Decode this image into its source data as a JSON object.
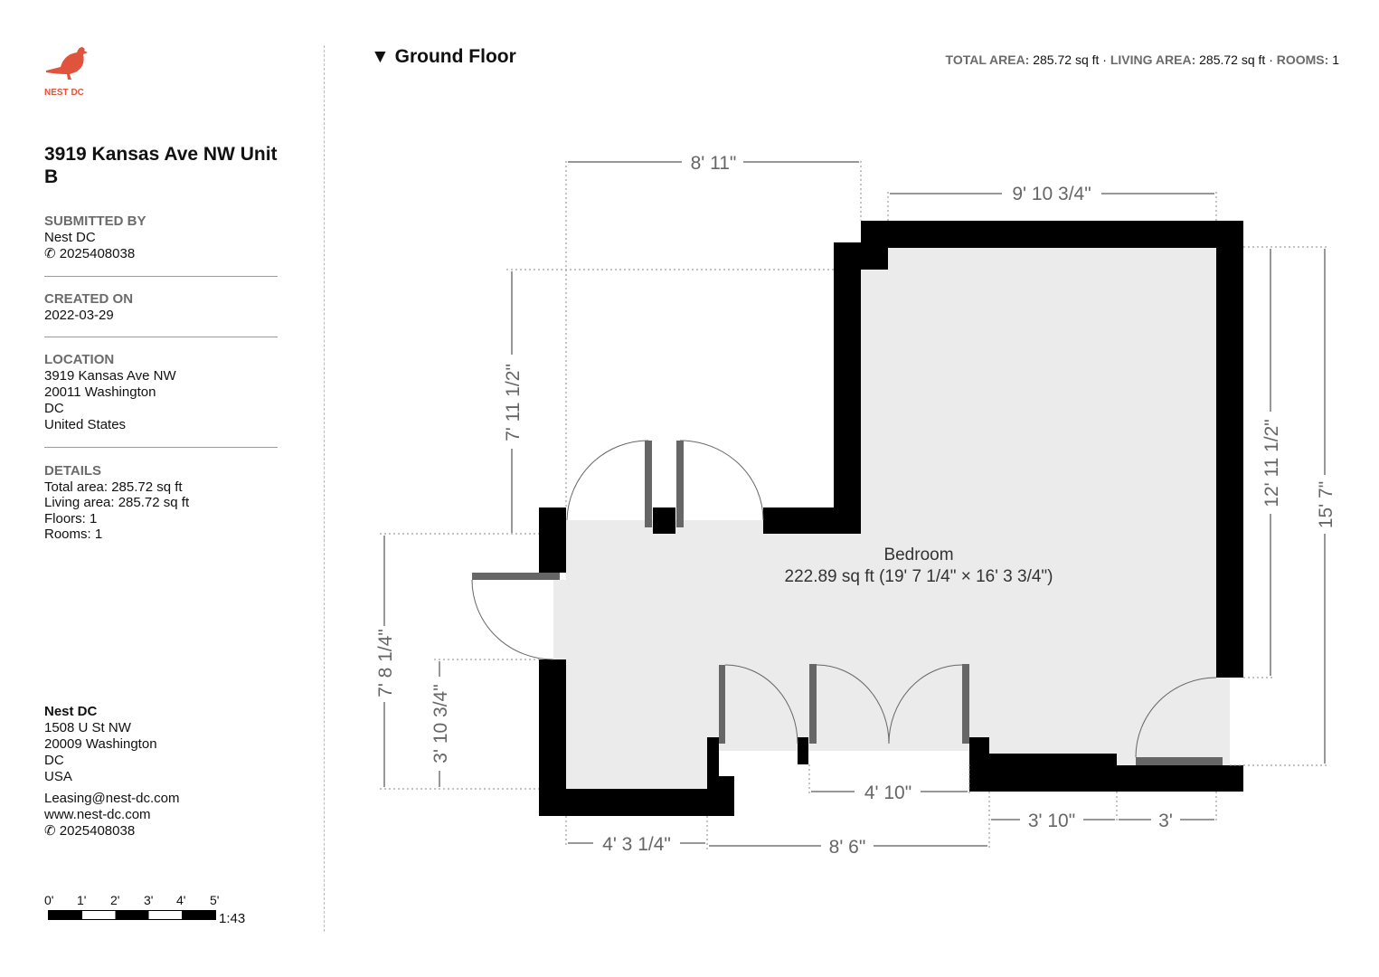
{
  "brand": {
    "name": "NEST DC",
    "color": "#e0533c"
  },
  "property": {
    "title": "3919 Kansas Ave NW Unit B"
  },
  "submitted": {
    "label": "SUBMITTED BY",
    "name": "Nest DC",
    "phone": "2025408038"
  },
  "created": {
    "label": "CREATED ON",
    "date": "2022-03-29"
  },
  "location": {
    "label": "LOCATION",
    "lines": [
      "3919 Kansas Ave NW",
      "20011 Washington",
      "DC",
      "United States"
    ]
  },
  "details": {
    "label": "DETAILS",
    "lines": [
      "Total area: 285.72 sq ft",
      "Living area: 285.72 sq ft",
      "Floors: 1",
      "Rooms: 1"
    ]
  },
  "company": {
    "name": "Nest DC",
    "lines": [
      "1508 U St NW",
      "20009 Washington",
      "DC",
      "USA"
    ],
    "email": "Leasing@nest-dc.com",
    "web": "www.nest-dc.com",
    "phone": "2025408038"
  },
  "scale": {
    "ticks": [
      "0'",
      "1'",
      "2'",
      "3'",
      "4'",
      "5'"
    ],
    "ratio": "1:43"
  },
  "floor": {
    "title": "Ground Floor",
    "total_label": "TOTAL AREA:",
    "total": "285.72 sq ft",
    "living_label": "LIVING AREA:",
    "living": "285.72 sq ft",
    "rooms_label": "ROOMS:",
    "rooms": "1",
    "sep": "·"
  },
  "room": {
    "name": "Bedroom",
    "area": "222.89 sq ft (19' 7 1/4\" × 16' 3 3/4\")"
  },
  "dims": {
    "top1": "8' 11\"",
    "top2": "9' 10 3/4\"",
    "left1": "7' 11 1/2\"",
    "left2": "7' 8 1/4\"",
    "left3": "3' 10 3/4\"",
    "right1": "12' 11 1/2\"",
    "right2": "15' 7\"",
    "b1": "4' 3 1/4\"",
    "b2": "8' 6\"",
    "b3": "4' 10\"",
    "b4": "3' 10\"",
    "b5": "3'"
  }
}
